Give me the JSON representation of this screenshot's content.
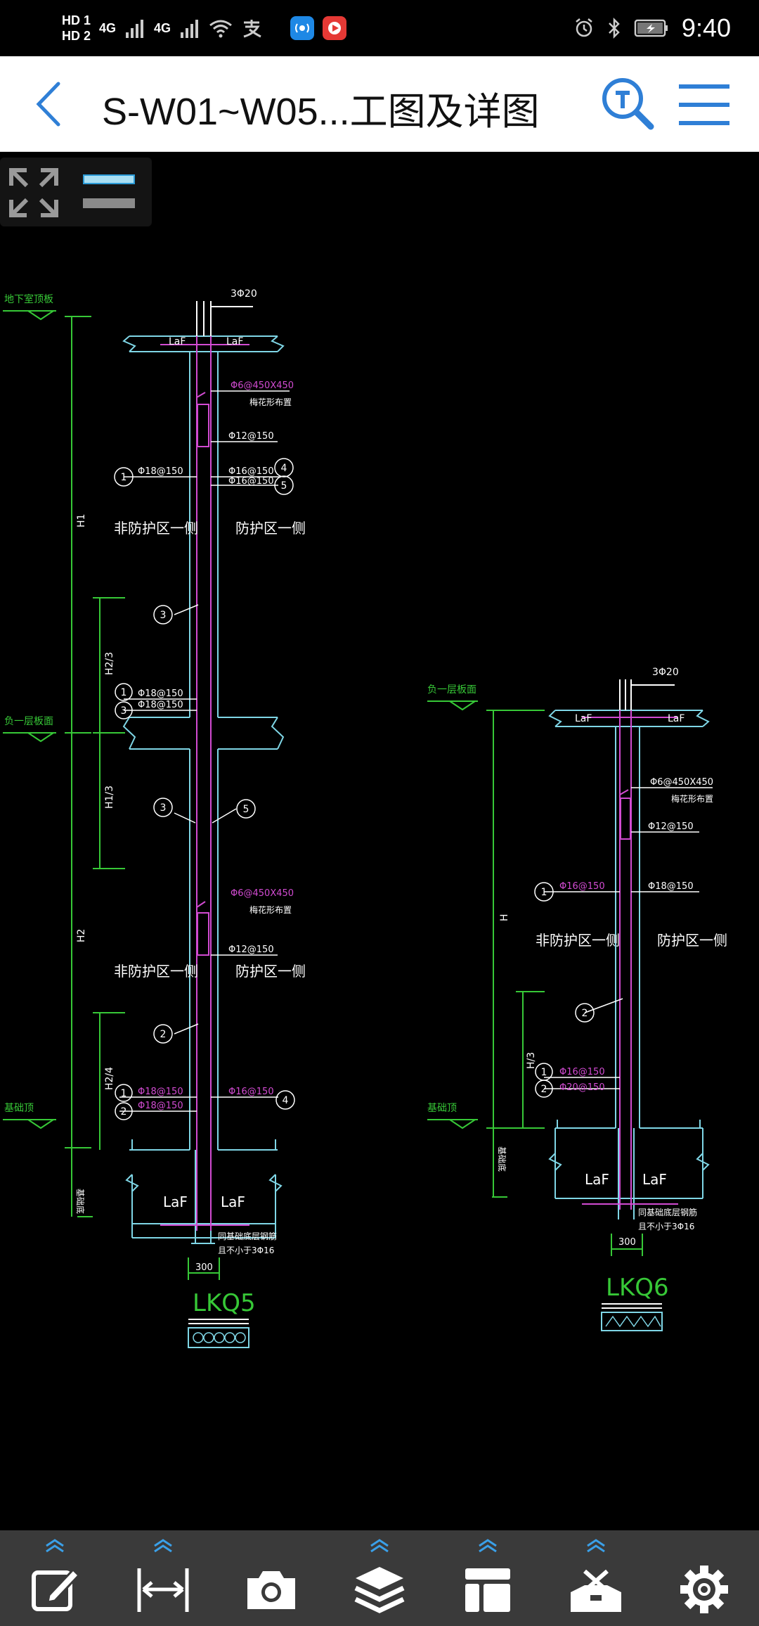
{
  "status_bar": {
    "sim1": "HD 1",
    "sim2": "HD 2",
    "net1": "4G",
    "net2": "4G",
    "time": "9:40"
  },
  "header": {
    "title": "S-W01~W05...工图及详图",
    "back_icon": "chevron-left-icon",
    "search_icon": "text-search-icon",
    "menu_icon": "hamburger-menu-icon"
  },
  "viewer_tools": {
    "fit_icon": "fit-screen-icon",
    "line_icon": "line-weight-icon"
  },
  "drawing": {
    "left": {
      "rebar_top": "3Φ20",
      "laf": "LaF",
      "stirrup": "Φ6@450X450",
      "stirrup_note": "梅花形布置",
      "phi12": "Φ12@150",
      "phi18": "Φ18@150",
      "phi16": "Φ16@150",
      "side_nonprot": "非防护区一侧",
      "side_prot": "防护区一侧",
      "level_basement": "地下室顶板",
      "level_floor": "负一层板面",
      "level_found": "基础顶",
      "dim_h1": "H1",
      "dim_h2": "H2",
      "dim_h23": "H2/3",
      "dim_h13": "H1/3",
      "dim_h4": "H2/4",
      "anchor_note1": "同基础底层钢筋",
      "anchor_note2": "且不小于3Φ16",
      "width": "300",
      "name": "LKQ5"
    },
    "right": {
      "rebar_top": "3Φ20",
      "laf": "LaF",
      "stirrup": "Φ6@450X450",
      "stirrup_note": "梅花形布置",
      "phi12": "Φ12@150",
      "phi16": "Φ16@150",
      "phi18": "Φ18@150",
      "phi20": "Φ20@150",
      "side_nonprot": "非防护区一侧",
      "side_prot": "防护区一侧",
      "level_floor": "负一层板面",
      "level_found": "基础顶",
      "dim_h": "H",
      "dim_h3": "H/3",
      "anchor_note1": "同基础底层钢筋",
      "anchor_note2": "且不小于3Φ16",
      "width": "300",
      "name": "LKQ6"
    }
  },
  "toolbar": {
    "items": [
      {
        "name": "annotate",
        "icon": "edit-icon"
      },
      {
        "name": "measure",
        "icon": "measure-icon"
      },
      {
        "name": "camera",
        "icon": "camera-icon"
      },
      {
        "name": "layers",
        "icon": "layers-icon"
      },
      {
        "name": "layout",
        "icon": "layout-icon"
      },
      {
        "name": "tools",
        "icon": "toolbox-icon"
      },
      {
        "name": "settings",
        "icon": "gear-icon"
      }
    ]
  },
  "colors": {
    "background": "#000000",
    "cad_cyan": "#7fd6e6",
    "cad_magenta": "#d24bd2",
    "cad_green": "#37c837",
    "cad_white": "#ffffff",
    "ui_blue": "#2f7fd6",
    "toolbar_bg": "#3a3a3a"
  }
}
